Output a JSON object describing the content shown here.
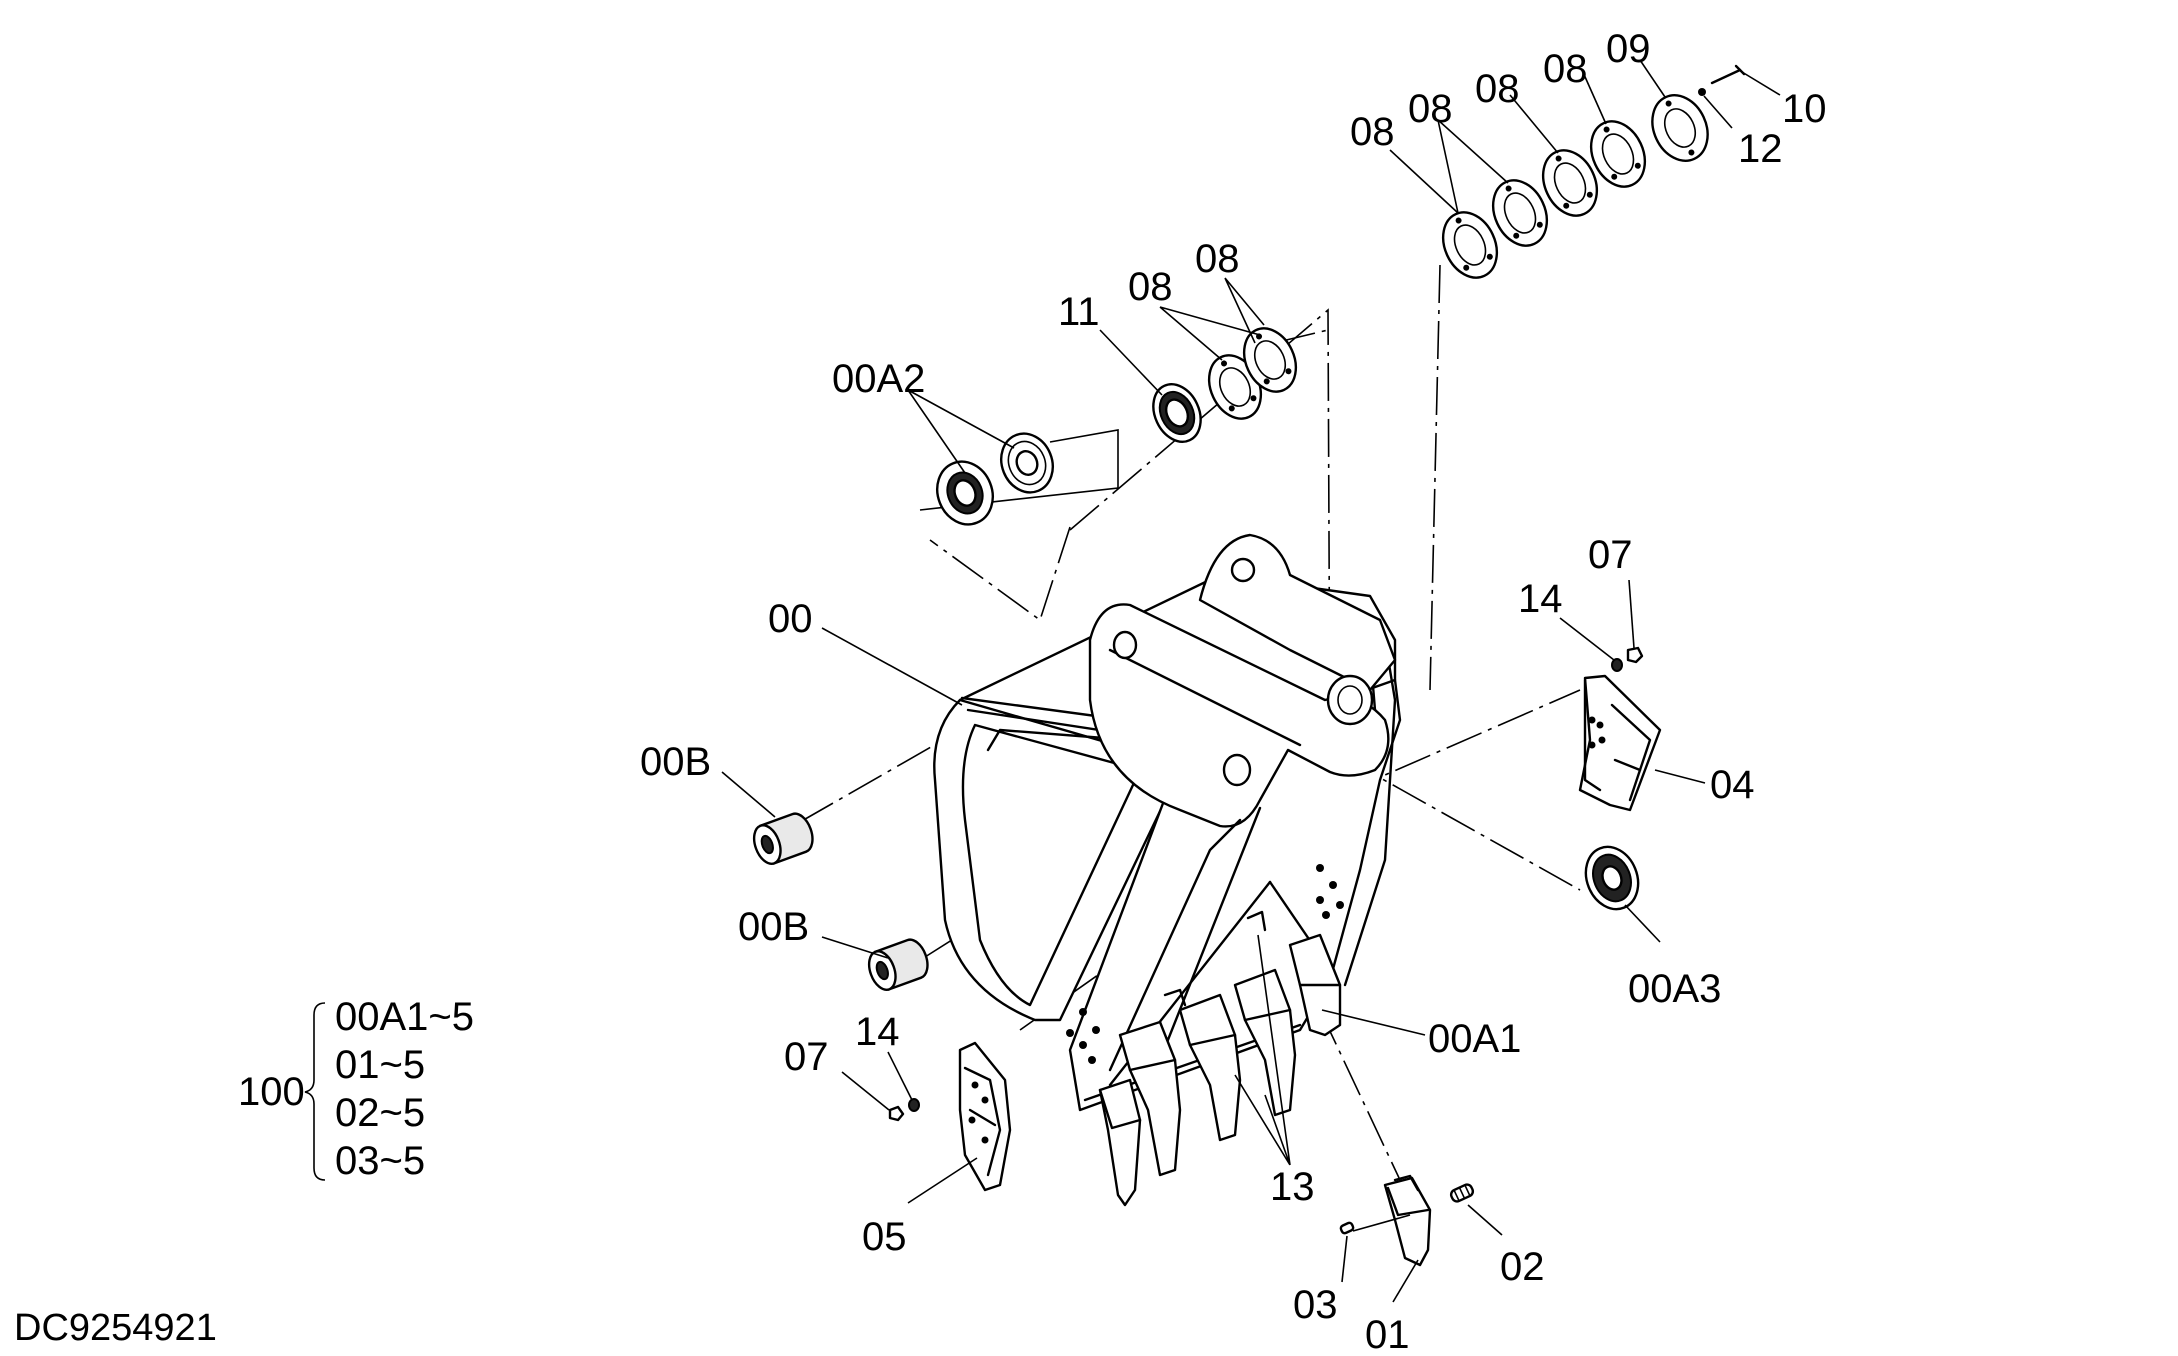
{
  "drawing": {
    "code": "DC9254921"
  },
  "labels": {
    "l00": "00",
    "l00A1": "00A1",
    "l00A2": "00A2",
    "l00A3": "00A3",
    "l00B_top": "00B",
    "l00B_bottom": "00B",
    "l01": "01",
    "l02": "02",
    "l03": "03",
    "l04": "04",
    "l05": "05",
    "l07_right": "07",
    "l07_left": "07",
    "l08_a": "08",
    "l08_b": "08",
    "l08_c": "08",
    "l08_d": "08",
    "l08_e": "08",
    "l08_f": "08",
    "l09": "09",
    "l10": "10",
    "l11": "11",
    "l12": "12",
    "l13": "13",
    "l14_right": "14",
    "l14_left": "14"
  },
  "assembly": {
    "number": "100",
    "items": [
      "00A1~5",
      "01~5",
      "02~5",
      "03~5"
    ]
  }
}
